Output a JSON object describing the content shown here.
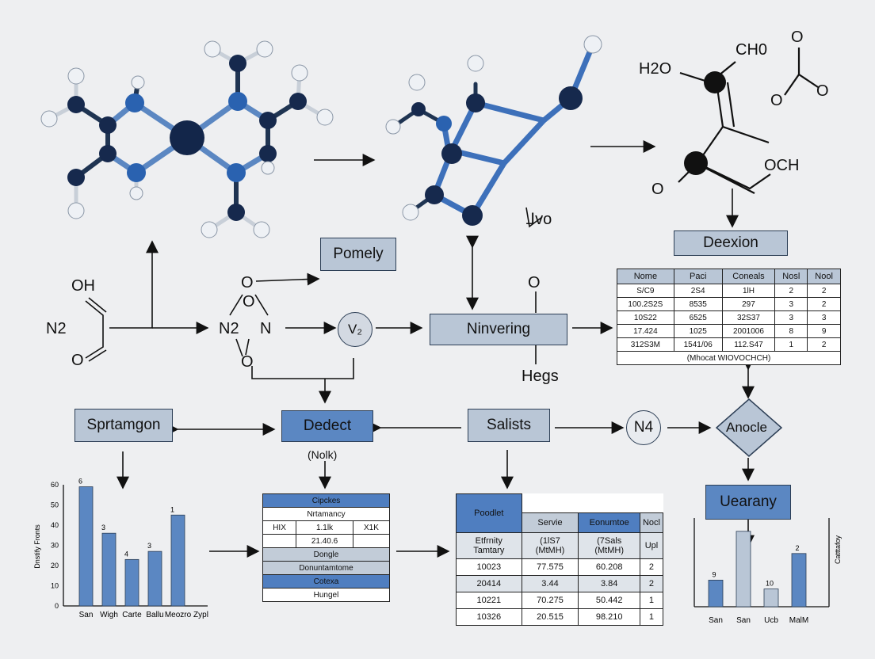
{
  "molecule_labels": {
    "h2o": "H2O",
    "ch0": "CH0",
    "o_top": "O",
    "o_right1": "O",
    "o_right2": "O",
    "och": "OCH",
    "o_left": "O",
    "vo": "⅃vo"
  },
  "left_formula": {
    "oh": "OH",
    "n2": "N2",
    "o": "O"
  },
  "center_formula": {
    "o1": "O",
    "o2": "O",
    "n2": "N2",
    "n": "N",
    "o3": "O"
  },
  "nodes": {
    "pomely": "Pomely",
    "v": "V₂",
    "ninvering": "Ninvering",
    "o_above": "O",
    "hegs": "Hegs",
    "deexion": "Deexion",
    "sprtamgon": "Sprtamgon",
    "dedect": "Dedect",
    "nolk": "(Nolk)",
    "salists": "Salists",
    "n4": "N4",
    "anocle": "Anocle",
    "uearany": "Uearany"
  },
  "top_table": {
    "headers": [
      "Nome",
      "Paci",
      "Coneals",
      "Nosl",
      "Nool"
    ],
    "rows": [
      [
        "S/C9",
        "2S4",
        "1lH",
        "2",
        "2"
      ],
      [
        "100.2S2S",
        "8535",
        "297",
        "3",
        "2"
      ],
      [
        "10S22",
        "6525",
        "32S37",
        "3",
        "3"
      ],
      [
        "17.424",
        "1025",
        "2001006",
        "8",
        "9"
      ],
      [
        "312S3M",
        "1541/06",
        "112.S47",
        "1",
        "2"
      ]
    ],
    "footer": "(Mhocat WIOVOCHCH)"
  },
  "mid_table": {
    "rows": [
      [
        "Cipckes"
      ],
      [
        "Nrtamancy"
      ],
      [
        "HIX",
        "1.1lk",
        "X1K"
      ],
      [
        "",
        "21.40.6",
        ""
      ],
      [
        "Dongle"
      ],
      [
        "Donuntamtome"
      ],
      [
        "Cotexa"
      ],
      [
        "Hungel"
      ]
    ]
  },
  "right_table": {
    "title": "Poodlet",
    "headers": [
      "Servie",
      "Eonumtoe",
      "Nocl"
    ],
    "subrow": [
      "Etfrnity Tamtary",
      "(1lS7 (MtMH)",
      "(7Sals (MtMH)",
      "Upl"
    ],
    "rows": [
      [
        "10023",
        "77.575",
        "60.208",
        "2"
      ],
      [
        "20414",
        "3.44",
        "3.84",
        "2"
      ],
      [
        "10221",
        "70.275",
        "50.442",
        "1"
      ],
      [
        "10326",
        "20.515",
        "98.210",
        "1"
      ]
    ]
  },
  "chart_data": [
    {
      "type": "bar",
      "categories": [
        "San",
        "Wigh",
        "Carte",
        "Ballu",
        "Meozro",
        "Zypl"
      ],
      "values": [
        59,
        36,
        23,
        27,
        45
      ],
      "data_labels": [
        "6",
        "3",
        "4",
        "3",
        "1"
      ],
      "ylabel": "Dnstify Fronts",
      "ylim": [
        0,
        60
      ],
      "yticks": [
        "0",
        "10",
        "20",
        "30",
        "40",
        "50",
        "60"
      ],
      "bar_color": "#5b87c2"
    },
    {
      "type": "bar",
      "categories": [
        "San",
        "San",
        "Ucb",
        "MalM"
      ],
      "values": [
        12,
        34,
        8,
        24
      ],
      "data_labels": [
        "9",
        "",
        "10",
        "2"
      ],
      "bar_colors": [
        "#5b87c2",
        "#b9c6d6",
        "#b9c6d6",
        "#5b87c2"
      ],
      "ylabel": "Catttafoy",
      "ylim": [
        0,
        40
      ]
    }
  ]
}
